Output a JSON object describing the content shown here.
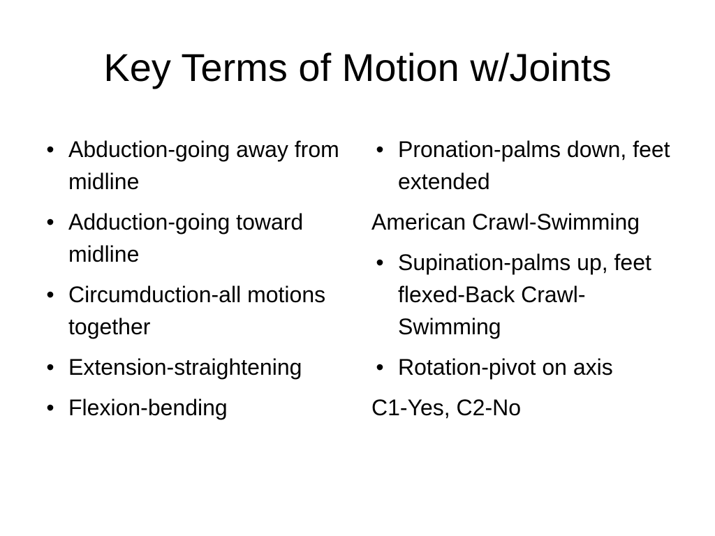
{
  "slide": {
    "title": "Key Terms of Motion w/Joints",
    "bullet_glyph": "•",
    "left_column": [
      {
        "text": "Abduction-going away from midline",
        "bulleted": true
      },
      {
        "text": "Adduction-going toward midline",
        "bulleted": true
      },
      {
        "text": "Circumduction-all motions together",
        "bulleted": true
      },
      {
        "text": "Extension-straightening",
        "bulleted": true
      },
      {
        "text": "Flexion-bending",
        "bulleted": true
      }
    ],
    "right_column": [
      {
        "text": "Pronation-palms down, feet extended",
        "bulleted": true
      },
      {
        "text": "American Crawl-Swimming",
        "bulleted": false
      },
      {
        "text": "Supination-palms up, feet flexed-Back Crawl-Swimming",
        "bulleted": true
      },
      {
        "text": "Rotation-pivot on axis",
        "bulleted": true
      },
      {
        "text": "C1-Yes, C2-No",
        "bulleted": false
      }
    ]
  }
}
